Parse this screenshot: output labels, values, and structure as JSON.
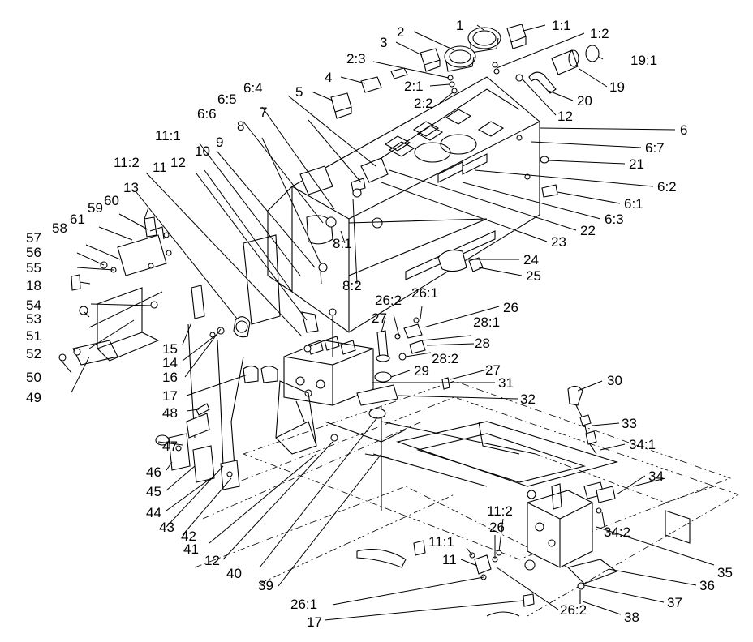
{
  "diagram": {
    "callouts": [
      {
        "id": "c-1",
        "text": "1"
      },
      {
        "id": "c-2",
        "text": "2"
      },
      {
        "id": "c-3",
        "text": "3"
      },
      {
        "id": "c-4",
        "text": "4"
      },
      {
        "id": "c-5",
        "text": "5"
      },
      {
        "id": "c-1-1",
        "text": "1:1"
      },
      {
        "id": "c-1-2",
        "text": "1:2"
      },
      {
        "id": "c-2-3",
        "text": "2:3"
      },
      {
        "id": "c-2-1",
        "text": "2:1"
      },
      {
        "id": "c-2-2",
        "text": "2:2"
      },
      {
        "id": "c-19-1",
        "text": "19:1"
      },
      {
        "id": "c-19",
        "text": "19"
      },
      {
        "id": "c-20",
        "text": "20"
      },
      {
        "id": "c-12a",
        "text": "12"
      },
      {
        "id": "c-6",
        "text": "6"
      },
      {
        "id": "c-6-7",
        "text": "6:7"
      },
      {
        "id": "c-21",
        "text": "21"
      },
      {
        "id": "c-6-2",
        "text": "6:2"
      },
      {
        "id": "c-6-1",
        "text": "6:1"
      },
      {
        "id": "c-6-3",
        "text": "6:3"
      },
      {
        "id": "c-22",
        "text": "22"
      },
      {
        "id": "c-23",
        "text": "23"
      },
      {
        "id": "c-24",
        "text": "24"
      },
      {
        "id": "c-25",
        "text": "25"
      },
      {
        "id": "c-6-4",
        "text": "6:4"
      },
      {
        "id": "c-6-5",
        "text": "6:5"
      },
      {
        "id": "c-7",
        "text": "7"
      },
      {
        "id": "c-6-6",
        "text": "6:6"
      },
      {
        "id": "c-8",
        "text": "8"
      },
      {
        "id": "c-11-1a",
        "text": "11:1"
      },
      {
        "id": "c-9",
        "text": "9"
      },
      {
        "id": "c-10",
        "text": "10"
      },
      {
        "id": "c-11-2a",
        "text": "11:2"
      },
      {
        "id": "c-11a",
        "text": "11"
      },
      {
        "id": "c-12b",
        "text": "12"
      },
      {
        "id": "c-13",
        "text": "13"
      },
      {
        "id": "c-60",
        "text": "60"
      },
      {
        "id": "c-59",
        "text": "59"
      },
      {
        "id": "c-61",
        "text": "61"
      },
      {
        "id": "c-58",
        "text": "58"
      },
      {
        "id": "c-57",
        "text": "57"
      },
      {
        "id": "c-56",
        "text": "56"
      },
      {
        "id": "c-55",
        "text": "55"
      },
      {
        "id": "c-18",
        "text": "18"
      },
      {
        "id": "c-54",
        "text": "54"
      },
      {
        "id": "c-53",
        "text": "53"
      },
      {
        "id": "c-51",
        "text": "51"
      },
      {
        "id": "c-52",
        "text": "52"
      },
      {
        "id": "c-50",
        "text": "50"
      },
      {
        "id": "c-49",
        "text": "49"
      },
      {
        "id": "c-8-1",
        "text": "8:1"
      },
      {
        "id": "c-8-2",
        "text": "8:2"
      },
      {
        "id": "c-26-2a",
        "text": "26:2"
      },
      {
        "id": "c-26-1a",
        "text": "26:1"
      },
      {
        "id": "c-26a",
        "text": "26"
      },
      {
        "id": "c-27a",
        "text": "27"
      },
      {
        "id": "c-28-1",
        "text": "28:1"
      },
      {
        "id": "c-28",
        "text": "28"
      },
      {
        "id": "c-28-2",
        "text": "28:2"
      },
      {
        "id": "c-29",
        "text": "29"
      },
      {
        "id": "c-27b",
        "text": "27"
      },
      {
        "id": "c-31",
        "text": "31"
      },
      {
        "id": "c-32",
        "text": "32"
      },
      {
        "id": "c-30",
        "text": "30"
      },
      {
        "id": "c-33",
        "text": "33"
      },
      {
        "id": "c-34-1",
        "text": "34:1"
      },
      {
        "id": "c-34",
        "text": "34"
      },
      {
        "id": "c-34-2",
        "text": "34:2"
      },
      {
        "id": "c-35",
        "text": "35"
      },
      {
        "id": "c-36",
        "text": "36"
      },
      {
        "id": "c-37",
        "text": "37"
      },
      {
        "id": "c-38",
        "text": "38"
      },
      {
        "id": "c-15",
        "text": "15"
      },
      {
        "id": "c-14",
        "text": "14"
      },
      {
        "id": "c-16",
        "text": "16"
      },
      {
        "id": "c-17a",
        "text": "17"
      },
      {
        "id": "c-48",
        "text": "48"
      },
      {
        "id": "c-47",
        "text": "47"
      },
      {
        "id": "c-46",
        "text": "46"
      },
      {
        "id": "c-45",
        "text": "45"
      },
      {
        "id": "c-44",
        "text": "44"
      },
      {
        "id": "c-43",
        "text": "43"
      },
      {
        "id": "c-42",
        "text": "42"
      },
      {
        "id": "c-41",
        "text": "41"
      },
      {
        "id": "c-12c",
        "text": "12"
      },
      {
        "id": "c-40",
        "text": "40"
      },
      {
        "id": "c-39",
        "text": "39"
      },
      {
        "id": "c-11-2b",
        "text": "11:2"
      },
      {
        "id": "c-26b",
        "text": "26"
      },
      {
        "id": "c-11-1b",
        "text": "11:1"
      },
      {
        "id": "c-11b",
        "text": "11"
      },
      {
        "id": "c-26-1b",
        "text": "26:1"
      },
      {
        "id": "c-17b",
        "text": "17"
      },
      {
        "id": "c-26-2b",
        "text": "26:2"
      }
    ]
  }
}
